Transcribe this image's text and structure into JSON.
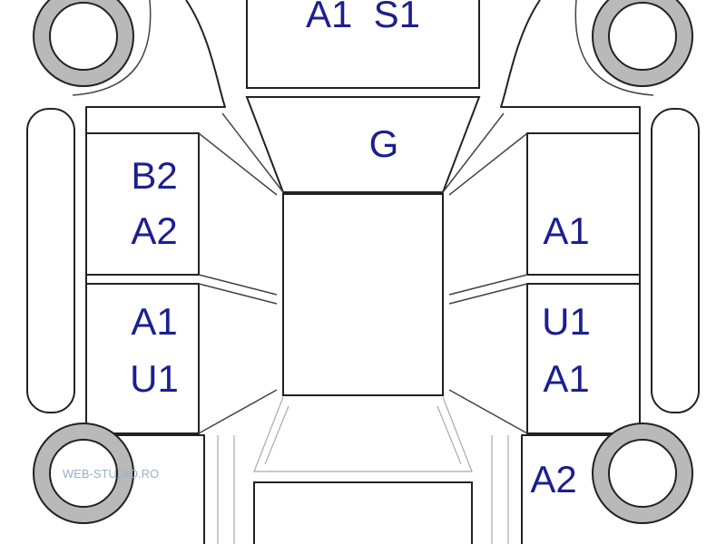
{
  "colors": {
    "label": "#1c1f8f",
    "outline": "#222222",
    "tire": "#b9b9b9",
    "watermark": "#9ab0c8"
  },
  "labels": {
    "bonnet": "A1  S1",
    "windshield": "G",
    "left_front_1": "B2",
    "left_front_2": "A2",
    "left_rear_1": "A1",
    "left_rear_2": "U1",
    "right_front": "A1",
    "right_rear_1": "U1",
    "right_rear_2": "A1",
    "right_quarter": "A2"
  },
  "watermark": "WEB-STUDIO.RO"
}
